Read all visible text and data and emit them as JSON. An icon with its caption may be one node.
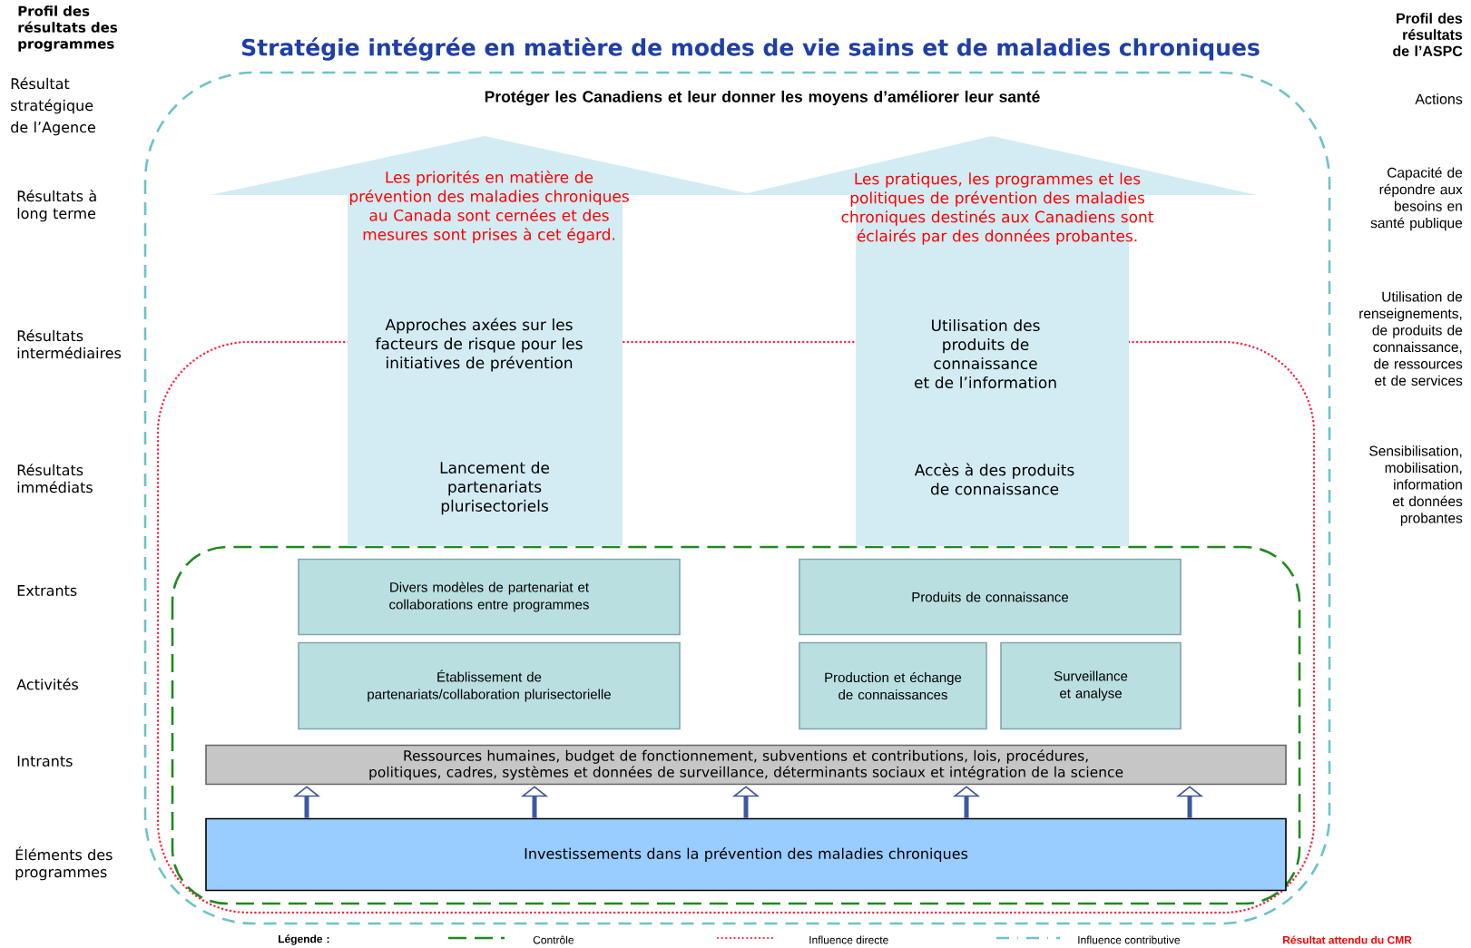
{
  "diagram": {
    "title": "Stratégie intégrée en matière de modes de vie sains et de maladies chroniques",
    "nodes": [
      {
        "text": [
          "Divers modèles de partenariat et collaborations entre programmes"
        ]
      },
      {
        "text": [
          "Produits de connaissance"
        ]
      },
      {
        "text": [
          "Établissement de partenariats/collaboration plurisectorielle"
        ]
      },
      {
        "text": [
          "Production et échange de connaissances"
        ]
      },
      {
        "text": [
          "Surveillance et analyse"
        ]
      },
      {
        "text": [
          "Ressources humaines, budget de fonctionnement, subventions et contributions, lois, procédures, politiques, cadres, systèmes et données de surveillance, déterminants sociaux et intégration de la science"
        ]
      },
      {
        "text": [
          "Investissements dans la prévention des maladies chroniques"
        ]
      },
      {
        "text": [
          "Les priorités en matière de prévention des maladies chroniques au Canada sont cernées et des mesures sont prises à cet égard.",
          "Approches axées sur les facteurs de risque pour les initiatives de prévention",
          "Lancement de partenariats plurisectoriels"
        ]
      },
      {
        "text": [
          "Les pratiques, les programmes et les politiques de prévention des maladies chroniques destinés aux Canadiens sont éclairés par des données probantes.",
          "Utilisation des produits de connaissance et de l’information",
          "Accès à des produits de connaissance"
        ]
      }
    ],
    "edges": [
      {
        "from": 6,
        "to": 5,
        "arrow": "to"
      },
      {
        "from": 6,
        "to": 5,
        "arrow": "to"
      },
      {
        "from": 6,
        "to": 5,
        "arrow": "to"
      },
      {
        "from": 6,
        "to": 5,
        "arrow": "to"
      },
      {
        "from": 6,
        "to": 5,
        "arrow": "to"
      }
    ],
    "labels": [
      "Profil des résultats des programmes",
      "Résultat stratégique de l’Agence",
      "Résultats à long terme",
      "Résultats intermédiaires",
      "Résultats immédiats",
      "Extrants",
      "Activités",
      "Intrants",
      "Éléments des programmes",
      "Profil des résultats de l’ASPC",
      "Actions",
      "Capacité de répondre aux besoins en santé publique",
      "Utilisation de renseignements, de produits de connaissance, de ressources et de services",
      "Sensibilisation, mobilisation, information et données probantes",
      "Protéger les Canadiens et leur donner les moyens d’améliorer leur santé",
      "Légende :"
    ],
    "legend": [
      {
        "text": "Contrôle"
      },
      {
        "text": "Influence directe"
      },
      {
        "text": "Influence contributive"
      },
      {
        "text": "Résultat attendu du CMR"
      }
    ]
  }
}
